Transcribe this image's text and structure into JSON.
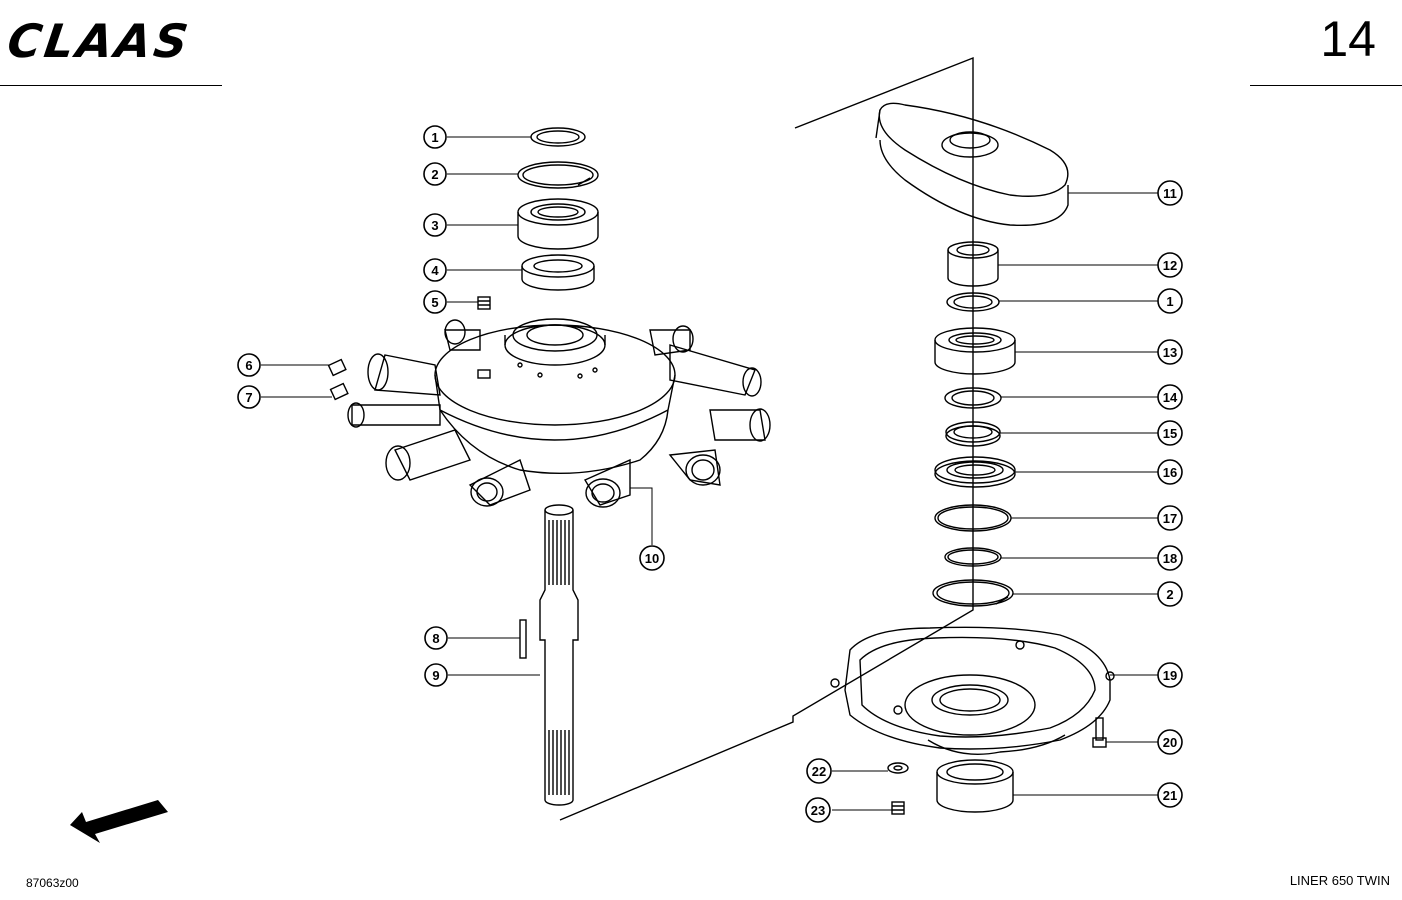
{
  "header": {
    "logo_text": "CLAAS",
    "page_number": "14"
  },
  "footer": {
    "doc_code": "87063z00",
    "model": "LINER 650 TWIN"
  },
  "callouts": [
    {
      "id": "c1a",
      "label": "1"
    },
    {
      "id": "c2a",
      "label": "2"
    },
    {
      "id": "c3",
      "label": "3"
    },
    {
      "id": "c4",
      "label": "4"
    },
    {
      "id": "c5",
      "label": "5"
    },
    {
      "id": "c6",
      "label": "6"
    },
    {
      "id": "c7",
      "label": "7"
    },
    {
      "id": "c8",
      "label": "8"
    },
    {
      "id": "c9",
      "label": "9"
    },
    {
      "id": "c10",
      "label": "10"
    },
    {
      "id": "c11",
      "label": "11"
    },
    {
      "id": "c12",
      "label": "12"
    },
    {
      "id": "c1b",
      "label": "1"
    },
    {
      "id": "c13",
      "label": "13"
    },
    {
      "id": "c14",
      "label": "14"
    },
    {
      "id": "c15",
      "label": "15"
    },
    {
      "id": "c16",
      "label": "16"
    },
    {
      "id": "c17",
      "label": "17"
    },
    {
      "id": "c18",
      "label": "18"
    },
    {
      "id": "c2b",
      "label": "2"
    },
    {
      "id": "c19",
      "label": "19"
    },
    {
      "id": "c20",
      "label": "20"
    },
    {
      "id": "c21",
      "label": "21"
    },
    {
      "id": "c22",
      "label": "22"
    },
    {
      "id": "c23",
      "label": "23"
    }
  ]
}
